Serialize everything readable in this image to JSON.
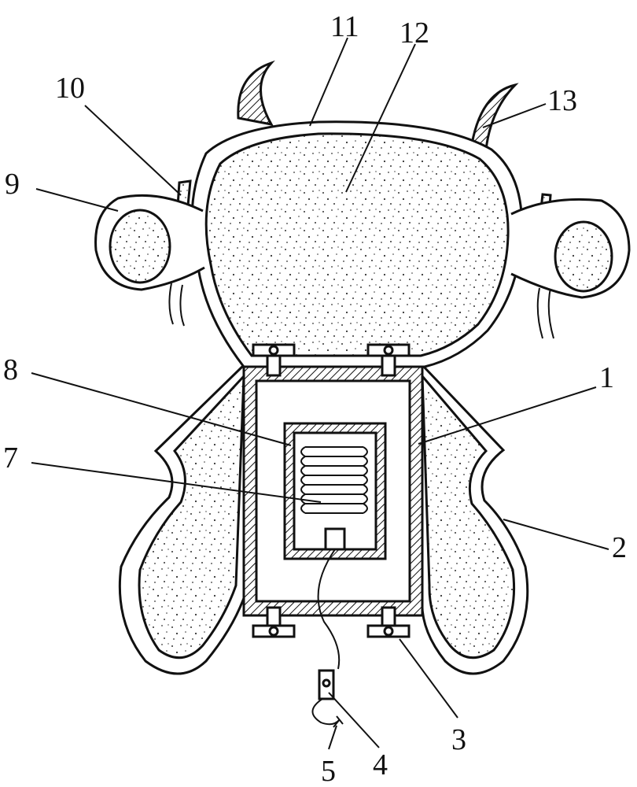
{
  "figure": {
    "labels": {
      "l1": "1",
      "l2": "2",
      "l3": "3",
      "l4": "4",
      "l5": "5",
      "l7": "7",
      "l8": "8",
      "l9": "9",
      "l10": "10",
      "l11": "11",
      "l12": "12",
      "l13": "13"
    }
  }
}
